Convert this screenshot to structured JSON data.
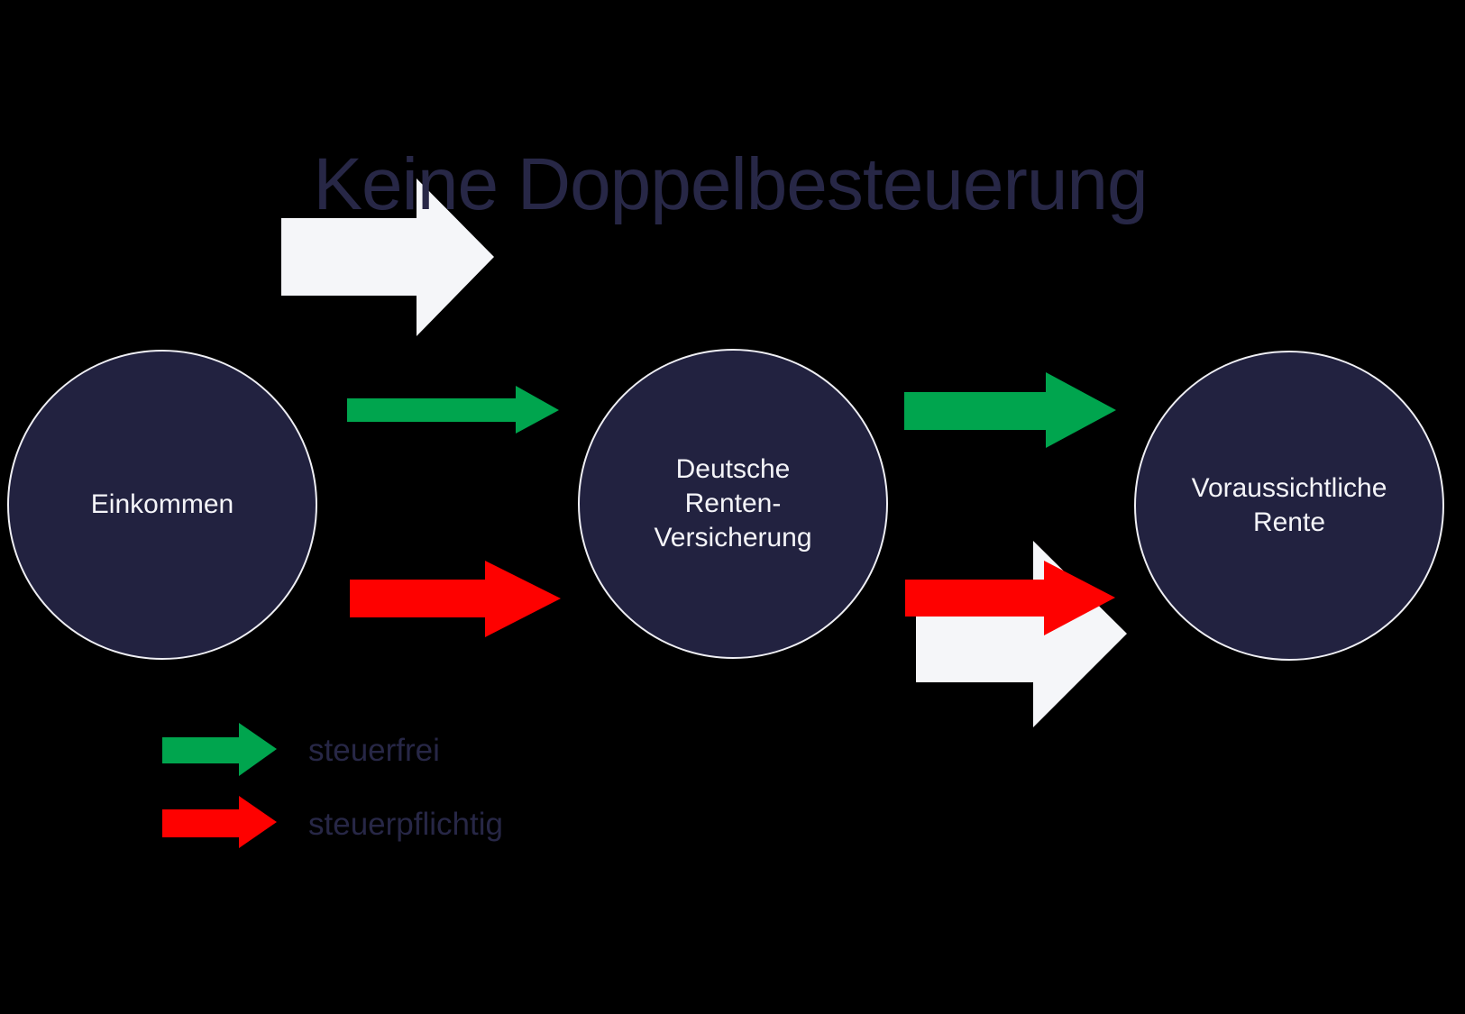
{
  "title": "Keine Doppelbesteuerung",
  "nodes": {
    "einkommen": {
      "label": "Einkommen"
    },
    "rentenversicherung": {
      "line1": "Deutsche",
      "line2": "Renten-",
      "line3": "Versicherung"
    },
    "rente": {
      "line1": "Voraussichtliche",
      "line2": "Rente"
    }
  },
  "legend": {
    "steuerfrei_label": "steuerfrei",
    "steuerpflichtig_label": "steuerpflichtig"
  },
  "colors": {
    "background": "#000000",
    "node_fill": "#222240",
    "node_border": "#EFEFF4",
    "node_text": "#F4F4F8",
    "heading_text": "#272746",
    "steuerfrei_green": "#00A54E",
    "steuerpflichtig_red": "#FE0100",
    "white_arrow": "#F5F6F9"
  }
}
